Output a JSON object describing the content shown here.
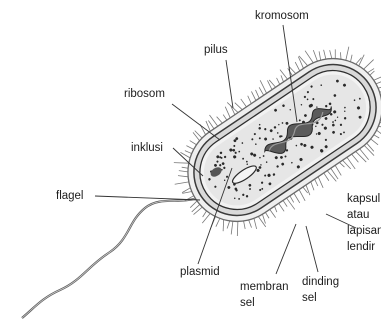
{
  "labels": {
    "kromosom": "kromosom",
    "pilus": "pilus",
    "ribosom": "ribosom",
    "inklusi": "inklusi",
    "flagel": "flagel",
    "plasmid": "plasmid",
    "membran_line1": "membran",
    "membran_line2": "sel",
    "dinding_line1": "dinding",
    "dinding_line2": "sel",
    "kapsul_line1": "kapsul",
    "kapsul_line2": "atau",
    "kapsul_line3": "lapisan",
    "kapsul_line4": "lendir"
  }
}
